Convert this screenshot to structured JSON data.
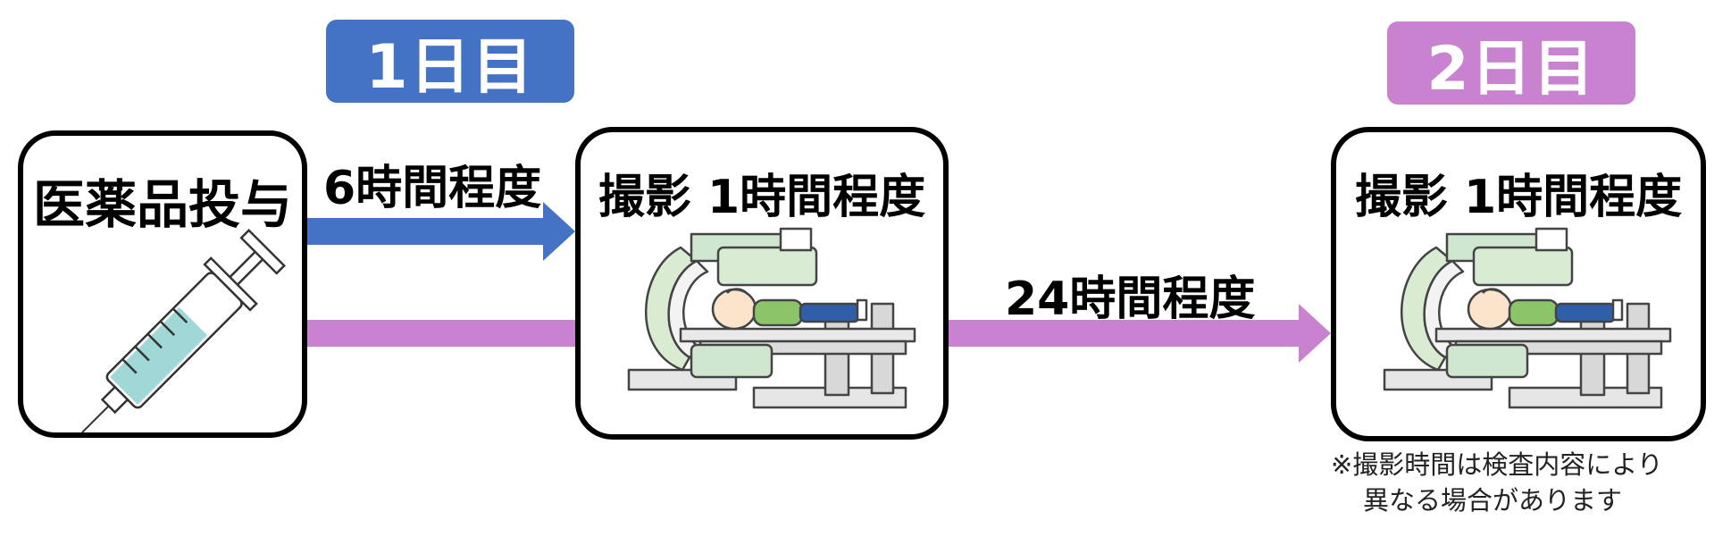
{
  "colors": {
    "blue": "#4472C4",
    "purple": "#C882CF"
  },
  "day1": {
    "label": "1日目"
  },
  "day2": {
    "label": "2日目"
  },
  "injection": {
    "title": "医薬品投与",
    "icon": "syringe-icon"
  },
  "scan1": {
    "title": "撮影 1時間程度",
    "icon": "scanner-icon"
  },
  "scan2": {
    "title": "撮影 1時間程度",
    "icon": "scanner-icon"
  },
  "arrow_6h": {
    "label": "6時間程度"
  },
  "arrow_24h": {
    "label": "24時間程度"
  },
  "note": {
    "line1": "※撮影時間は検査内容により",
    "line2": "異なる場合があります"
  }
}
